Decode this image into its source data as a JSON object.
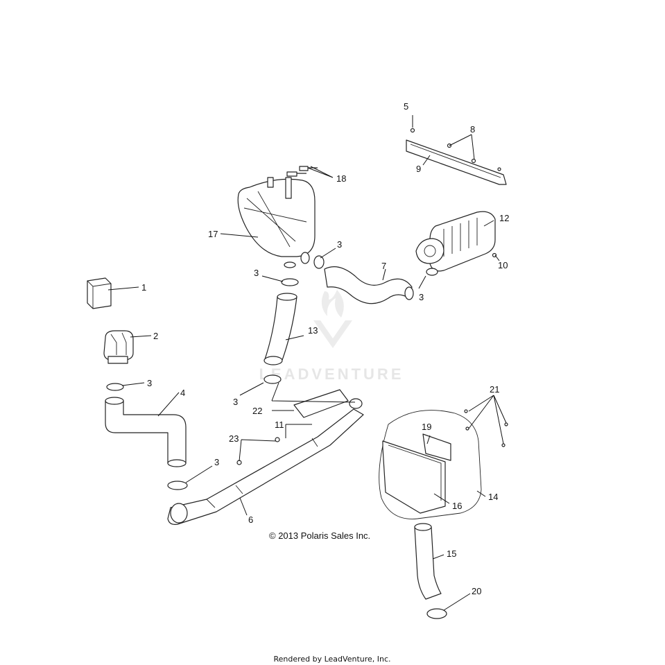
{
  "callouts": [
    "1",
    "2",
    "3",
    "4",
    "5",
    "6",
    "7",
    "8",
    "9",
    "10",
    "11",
    "12",
    "13",
    "14",
    "15",
    "16",
    "17",
    "18",
    "19",
    "20",
    "21",
    "22",
    "23"
  ],
  "copyright": "© 2013 Polaris Sales Inc.",
  "footer": "Rendered by LeadVenture, Inc.",
  "watermark": "LEADVENTURE"
}
